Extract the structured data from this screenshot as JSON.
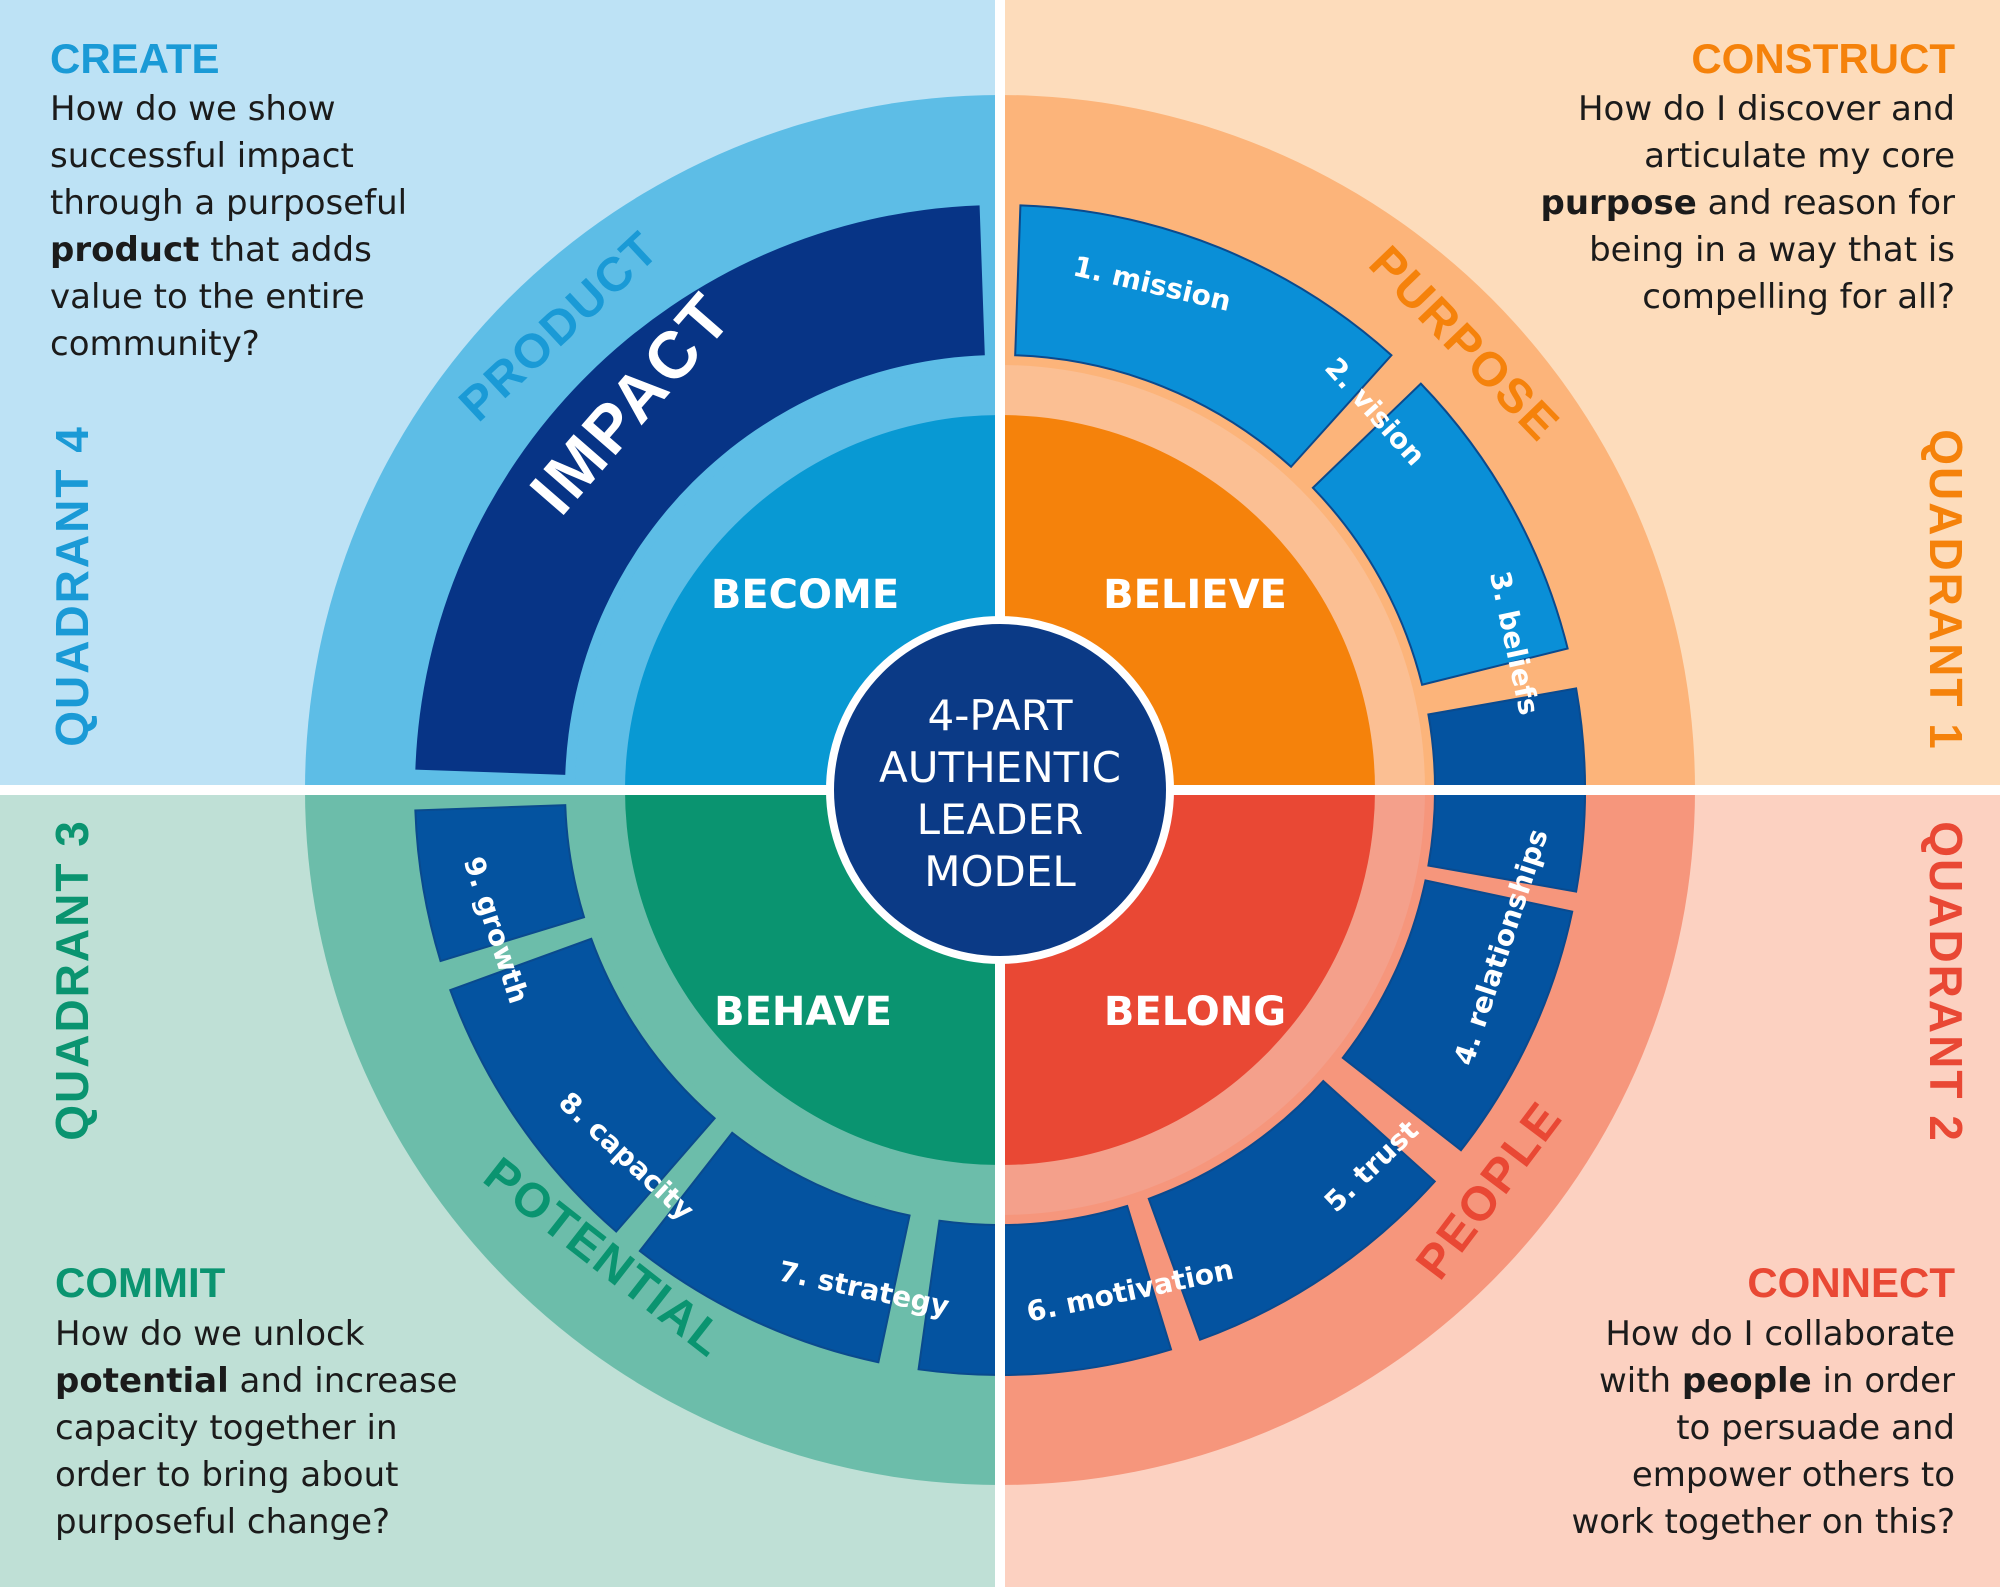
{
  "center": {
    "lines": [
      "4-PART",
      "AUTHENTIC",
      "LEADER",
      "MODEL"
    ]
  },
  "quadrants": {
    "q1": {
      "label": "QUADRANT 1",
      "title": "CONSTRUCT",
      "core": "BELIEVE",
      "outer": "PURPOSE",
      "text": [
        [
          {
            "t": "How do I discover and"
          }
        ],
        [
          {
            "t": "articulate my core"
          }
        ],
        [
          {
            "t": "purpose",
            "b": true
          },
          {
            "t": " and reason for"
          }
        ],
        [
          {
            "t": "being in a way that is"
          }
        ],
        [
          {
            "t": "compelling for all?"
          }
        ]
      ]
    },
    "q2": {
      "label": "QUADRANT 2",
      "title": "CONNECT",
      "core": "BELONG",
      "outer": "PEOPLE",
      "text": [
        [
          {
            "t": "How do I collaborate"
          }
        ],
        [
          {
            "t": "with "
          },
          {
            "t": "people",
            "b": true
          },
          {
            "t": " in order"
          }
        ],
        [
          {
            "t": "to persuade and"
          }
        ],
        [
          {
            "t": "empower others to"
          }
        ],
        [
          {
            "t": "work together on this?"
          }
        ]
      ]
    },
    "q3": {
      "label": "QUADRANT 3",
      "title": "COMMIT",
      "core": "BEHAVE",
      "outer": "POTENTIAL",
      "text": [
        [
          {
            "t": "How do we unlock"
          }
        ],
        [
          {
            "t": "potential",
            "b": true
          },
          {
            "t": " and increase"
          }
        ],
        [
          {
            "t": "capacity together in"
          }
        ],
        [
          {
            "t": "order to bring about"
          }
        ],
        [
          {
            "t": "purposeful change?"
          }
        ]
      ]
    },
    "q4": {
      "label": "QUADRANT 4",
      "title": "CREATE",
      "core": "BECOME",
      "outer": "PRODUCT",
      "band": "IMPACT",
      "text": [
        [
          {
            "t": "How do we show"
          }
        ],
        [
          {
            "t": "successful impact"
          }
        ],
        [
          {
            "t": "through a purposeful"
          }
        ],
        [
          {
            "t": "product",
            "b": true
          },
          {
            "t": " that adds"
          }
        ],
        [
          {
            "t": "value to the entire"
          }
        ],
        [
          {
            "t": "community?"
          }
        ]
      ]
    }
  },
  "segments": [
    "1. mission",
    "2. vision",
    "3. beliefs",
    "4. relationships",
    "5. trust",
    "6. motivation",
    "7. strategy",
    "8. capacity",
    "9. growth"
  ],
  "colors": {
    "q1_bg": "#fddcbb",
    "q1_outer": "#fcb47a",
    "q1_ring": "#fbbf93",
    "q1_core": "#f5820b",
    "q1_text": "#f5820b",
    "q2_bg": "#fcd1c1",
    "q2_outer": "#f6967c",
    "q2_ring": "#f4a08b",
    "q2_core": "#e94834",
    "q2_text": "#e94834",
    "q3_bg": "#bfe0d6",
    "q3_outer": "#6cbdaa",
    "q3_ring": "#6cbdaa",
    "q3_core": "#0a9470",
    "q3_text": "#0a9470",
    "q4_bg": "#bde2f5",
    "q4_outer": "#5dbde6",
    "q4_ring": "#5dbde6",
    "q4_core": "#0899d3",
    "q4_text": "#1a9ad6",
    "impact_band": "#073486",
    "segment_dark": "#0453a0",
    "segment_light": "#0a8fd7",
    "center_fill": "#0b3a86",
    "divider": "#ffffff"
  }
}
